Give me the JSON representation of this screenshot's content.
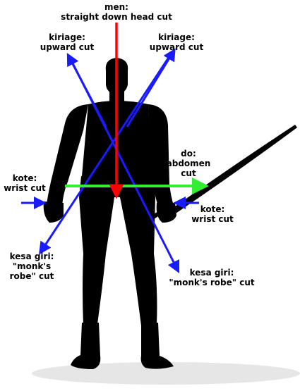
{
  "labels": {
    "men": {
      "term": "men:",
      "desc": "straight down head cut"
    },
    "kiriage_left": {
      "term": "kiriage:",
      "desc": "upward cut"
    },
    "kiriage_right": {
      "term": "kiriage:",
      "desc": "upward cut"
    },
    "do": {
      "term": "do:",
      "line2": "abdomen",
      "line3": "cut"
    },
    "kote_left": {
      "term": "kote:",
      "desc": "wrist cut"
    },
    "kote_right": {
      "term": "kote:",
      "desc": "wrist cut"
    },
    "kesa_left": {
      "term": "kesa giri:",
      "line2": "\"monk's",
      "line3": "robe\" cut"
    },
    "kesa_right": {
      "term": "kesa giri:",
      "desc": "\"monk's robe\" cut"
    }
  },
  "colors": {
    "men_arrow": "#ff0000",
    "do_arrow": "#33ee33",
    "cut_arrows": "#1a1aff",
    "silhouette": "#000000",
    "shadow": "#e6e6e6"
  },
  "icons": {
    "figure": "ninja-silhouette-with-katana"
  }
}
